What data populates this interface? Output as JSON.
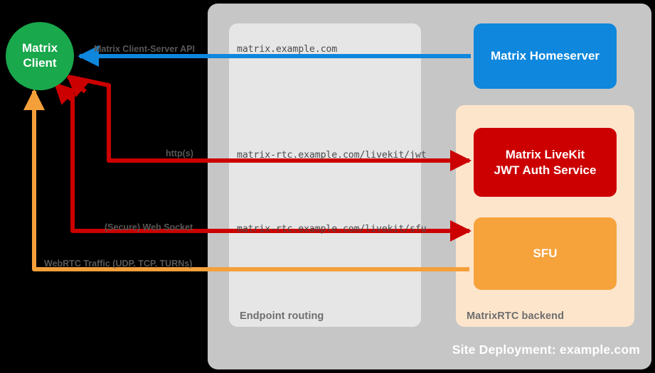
{
  "diagram": {
    "title": "Site Deployment: example.com",
    "background": "#000000"
  },
  "nodes": {
    "client": {
      "line1": "Matrix",
      "line2": "Client",
      "color": "#19a84c"
    },
    "homeserver": {
      "label": "Matrix Homeserver",
      "color": "#0e87dd"
    },
    "jwt": {
      "line1": "Matrix LiveKit",
      "line2": "JWT Auth Service",
      "color": "#cc0000"
    },
    "sfu": {
      "label": "SFU",
      "color": "#f6a33c"
    }
  },
  "panels": {
    "site": {
      "caption": "Site Deployment: example.com",
      "color": "#c6c6c6"
    },
    "endpoint_routing": {
      "caption": "Endpoint routing",
      "color": "#e6e6e6"
    },
    "matrixrtc_backend": {
      "caption": "MatrixRTC backend",
      "color": "#fde5cc"
    }
  },
  "endpoints": [
    {
      "host": "matrix.example.com"
    },
    {
      "host": "matrix-rtc.example.com/livekit/jwt"
    },
    {
      "host": "matrix-rtc.example.com/livekit/sfu"
    }
  ],
  "connections": [
    {
      "label": "Matrix Client-Server API",
      "color": "#0e87dd",
      "from": "matrix-homeserver",
      "to": "matrix-client"
    },
    {
      "label": "http(s)",
      "color": "#cc0000",
      "from": "matrix-client",
      "to": "jwt-auth-service"
    },
    {
      "label": "(Secure) Web Socket",
      "color": "#cc0000",
      "from": "matrix-client",
      "to": "sfu"
    },
    {
      "label": "WebRTC Traffic (UDP, TCP, TURNs)",
      "color": "#f4a03a",
      "from": "matrix-client",
      "to": "sfu"
    }
  ]
}
